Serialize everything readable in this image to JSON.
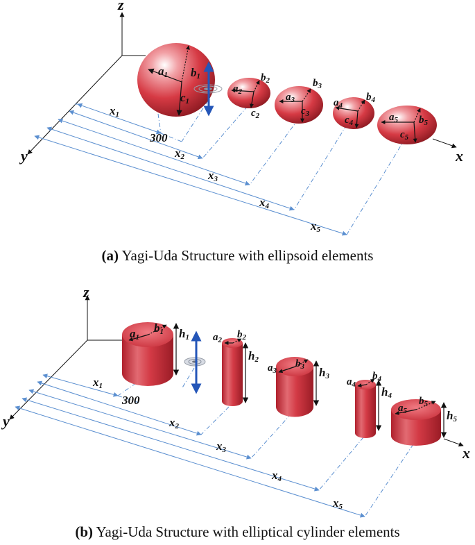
{
  "panel_a": {
    "axes": {
      "z": "z",
      "y": "y",
      "x": "x"
    },
    "elements": [
      {
        "a": "a",
        "b": "b",
        "c": "c",
        "n": "1"
      },
      {
        "a": "a",
        "b": "b",
        "c": "c",
        "n": "2"
      },
      {
        "a": "a",
        "b": "b",
        "c": "c",
        "n": "3"
      },
      {
        "a": "a",
        "b": "b",
        "c": "c",
        "n": "4"
      },
      {
        "a": "a",
        "b": "b",
        "c": "c",
        "n": "5"
      }
    ],
    "distances": [
      {
        "base": "x",
        "sub": "1"
      },
      {
        "base": "x",
        "sub": "2"
      },
      {
        "base": "x",
        "sub": "3"
      },
      {
        "base": "x",
        "sub": "4"
      },
      {
        "base": "x",
        "sub": "5"
      }
    ],
    "offset": "300",
    "caption_tag": "(a)",
    "caption_text": " Yagi-Uda Structure with ellipsoid elements"
  },
  "panel_b": {
    "axes": {
      "z": "z",
      "y": "y",
      "x": "x"
    },
    "elements": [
      {
        "a": "a",
        "b": "b",
        "h": "h",
        "n": "1"
      },
      {
        "a": "a",
        "b": "b",
        "h": "h",
        "n": "2"
      },
      {
        "a": "a",
        "b": "b",
        "h": "h",
        "n": "3"
      },
      {
        "a": "a",
        "b": "b",
        "h": "h",
        "n": "4"
      },
      {
        "a": "a",
        "b": "b",
        "h": "h",
        "n": "5"
      }
    ],
    "distances": [
      {
        "base": "x",
        "sub": "1"
      },
      {
        "base": "x",
        "sub": "2"
      },
      {
        "base": "x",
        "sub": "3"
      },
      {
        "base": "x",
        "sub": "4"
      },
      {
        "base": "x",
        "sub": "5"
      }
    ],
    "offset": "300",
    "caption_tag": "(b)",
    "caption_text": " Yagi-Uda Structure with elliptical cylinder elements"
  },
  "colors": {
    "element_red": "#d63a44",
    "element_dark": "#8e1a22",
    "dimension_blue": "#5b8fd0",
    "feed_blue": "#2456b8"
  }
}
